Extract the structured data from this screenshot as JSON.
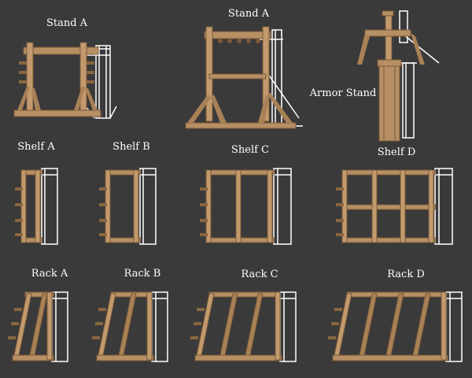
{
  "palette": {
    "background": "#3a3a3a",
    "wood": "#b68f64",
    "wood_dark": "#7c5a37",
    "wood_light": "#d3b48d",
    "wire": "#ffffff",
    "wire_dark": "#1a1a1a"
  },
  "labels": {
    "stand_a_left": "Stand A",
    "stand_a_center": "Stand A",
    "armor_stand": "Armor Stand",
    "shelf_a": "Shelf A",
    "shelf_b": "Shelf B",
    "shelf_c": "Shelf C",
    "shelf_d": "Shelf D",
    "rack_a": "Rack A",
    "rack_b": "Rack B",
    "rack_c": "Rack C",
    "rack_d": "Rack D"
  }
}
